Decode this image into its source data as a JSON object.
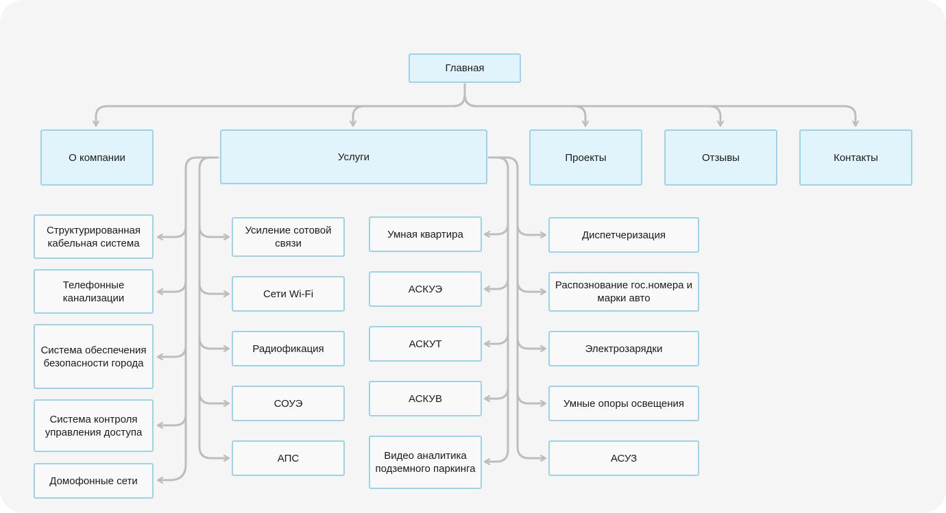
{
  "root": {
    "label": "Главная"
  },
  "level1": [
    {
      "id": "company",
      "label": "О компании"
    },
    {
      "id": "services",
      "label": "Услуги"
    },
    {
      "id": "projects",
      "label": "Проекты"
    },
    {
      "id": "reviews",
      "label": "Отзывы"
    },
    {
      "id": "contacts",
      "label": "Контакты"
    }
  ],
  "services": {
    "col1": [
      "Структурированная кабельная система",
      "Телефонные канализации",
      "Система обеспечения безопасности города",
      "Система контроля управления доступа",
      "Домофонные сети"
    ],
    "col2": [
      "Усиление сотовой связи",
      "Сети Wi-Fi",
      "Радиофикация",
      "СОУЭ",
      "АПС"
    ],
    "col3": [
      "Умная квартира",
      "АСКУЭ",
      "АСКУТ",
      "АСКУВ",
      "Видео аналитика подземного паркинга"
    ],
    "col4": [
      "Диспетчеризация",
      "Распознование гос.номера и марки авто",
      "Электрозарядки",
      "Умные опоры освещения",
      "АСУЗ"
    ]
  },
  "colors": {
    "background": "#f5f5f5",
    "top_fill": "#e1f3fb",
    "leaf_fill": "#f9f9f9",
    "border": "#9bd3ea",
    "connector": "#bdbdbd"
  }
}
